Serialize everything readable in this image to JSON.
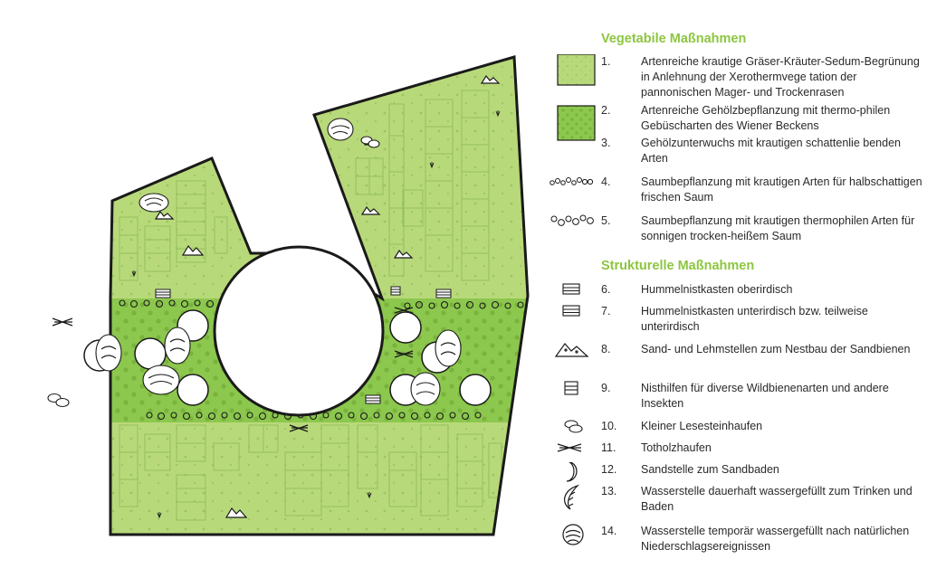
{
  "colors": {
    "light_green": "#b8d97a",
    "mid_green": "#8cc74e",
    "dot_light": "#9cc563",
    "dot_mid": "#7ab33c",
    "outline": "#1a1a1a",
    "heading_green": "#8cc63f"
  },
  "legend": {
    "vegetative_title": "Vegetabile Maßnahmen",
    "structural_title": "Strukturelle Maßnahmen",
    "items": [
      {
        "num": "1.",
        "text": "Artenreiche krautige Gräser-Kräuter-Sedum-Begrünung in Anlehnung der Xerothermvege tation der pannonischen Mager- und Trockenrasen",
        "icon": "light-green-swatch-icon"
      },
      {
        "num": "2.",
        "text": "Artenreiche Gehölzbepflanzung mit thermo-philen Gebüscharten des Wiener Beckens",
        "icon": "mid-green-swatch-icon"
      },
      {
        "num": "3.",
        "text": "Gehölzunterwuchs mit krautigen schattenlie benden Arten",
        "icon": ""
      },
      {
        "num": "4.",
        "text": "Saumbepflanzung mit krautigen Arten für halbschattigen frischen Saum",
        "icon": "small-circles-icon"
      },
      {
        "num": "5.",
        "text": "Saumbepflanzung mit krautigen thermophilen Arten für sonnigen trocken-heißem Saum",
        "icon": "large-circles-icon"
      },
      {
        "num": "6.",
        "text": "Hummelnistkasten oberirdisch",
        "icon": "nest-box-icon"
      },
      {
        "num": "7.",
        "text": "Hummelnistkasten unterirdisch bzw. teilweise unterirdisch",
        "icon": "nest-box-icon"
      },
      {
        "num": "8.",
        "text": "Sand- und Lehmstellen zum Nestbau der Sandbienen",
        "icon": "sand-mound-icon"
      },
      {
        "num": "9.",
        "text": "Nisthilfen für diverse Wildbienenarten und andere Insekten",
        "icon": "insect-hotel-icon"
      },
      {
        "num": "10.",
        "text": "Kleiner Lesesteinhaufen",
        "icon": "stone-pile-icon"
      },
      {
        "num": "11.",
        "text": "Totholzhaufen",
        "icon": "deadwood-icon"
      },
      {
        "num": "12.",
        "text": "Sandstelle zum Sandbaden",
        "icon": "crescent-icon"
      },
      {
        "num": "13.",
        "text": "Wasserstelle dauerhaft wassergefüllt zum Trinken und Baden",
        "icon": "water-permanent-icon"
      },
      {
        "num": "14.",
        "text": "Wasserstelle temporär wassergefüllt nach natürlichen Niederschlagsereignissen",
        "icon": "water-temporary-icon"
      }
    ]
  }
}
